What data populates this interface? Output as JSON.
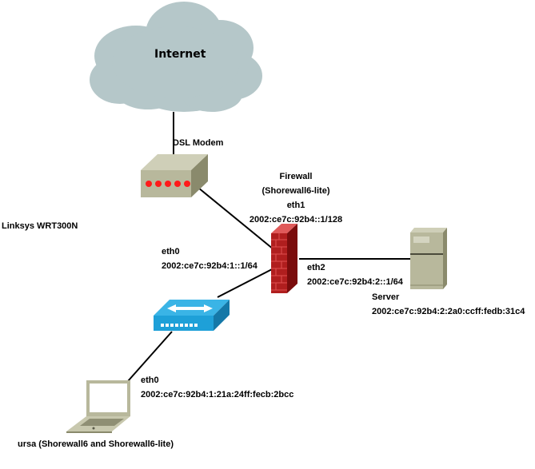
{
  "diagram": {
    "title": "Network topology",
    "colors": {
      "cloud": "#b5c7c9",
      "device_face": "#b8b89c",
      "device_top": "#cfcfb8",
      "device_side": "#8a8a6c",
      "led": "#ff1a1a",
      "firewall": "#b01e1e",
      "switch": "#1ea0d8",
      "line": "#000000"
    },
    "nodes": {
      "internet": {
        "label": "Internet"
      },
      "modem": {
        "label": "DSL Modem"
      },
      "router": {
        "label": "Linksys WRT300N"
      },
      "firewall": {
        "title": "Firewall",
        "subtitle": "(Shorewall6-lite)",
        "iface": "eth1",
        "addr": "2002:ce7c:92b4::1/128"
      },
      "firewall_eth0": {
        "iface": "eth0",
        "addr": "2002:ce7c:92b4:1::1/64"
      },
      "firewall_eth2": {
        "iface": "eth2",
        "addr": "2002:ce7c:92b4:2::1/64"
      },
      "server": {
        "label": "Server",
        "addr": "2002:ce7c:92b4:2:2a0:ccff:fedb:31c4"
      },
      "laptop": {
        "iface": "eth0",
        "addr": "2002:ce7c:92b4:1:21a:24ff:fecb:2bcc",
        "label": "ursa (Shorewall6 and Shorewall6-lite)"
      }
    },
    "links": [
      {
        "from": "internet",
        "to": "modem"
      },
      {
        "from": "modem",
        "to": "firewall"
      },
      {
        "from": "firewall",
        "to": "server"
      },
      {
        "from": "firewall",
        "to": "switch"
      },
      {
        "from": "switch",
        "to": "laptop"
      }
    ]
  }
}
